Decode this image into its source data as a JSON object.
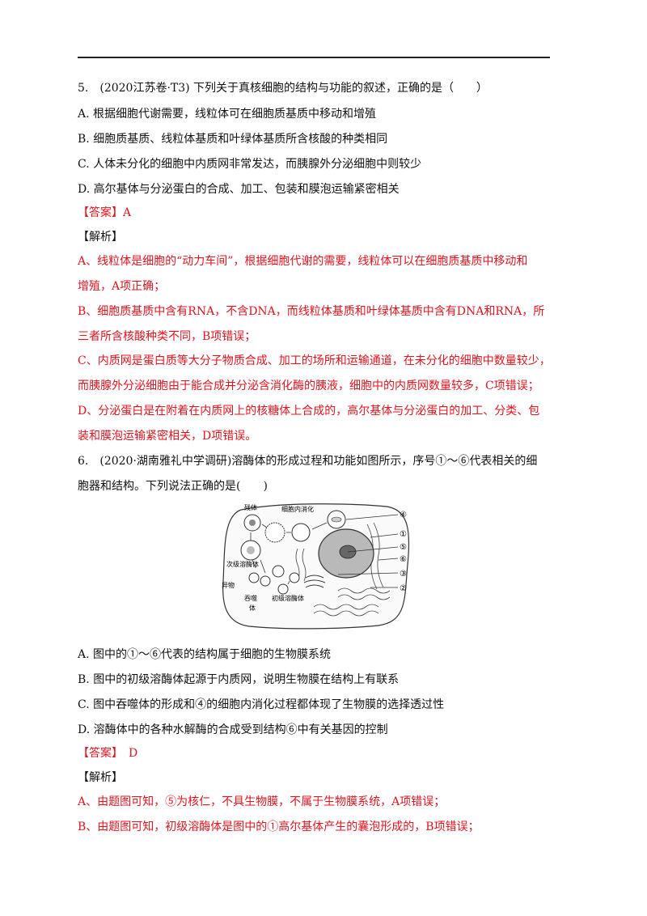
{
  "q5": {
    "stem": "5.　(2020江苏卷·T3) 下列关于真核细胞的结构与功能的叙述，正确的是（　　）",
    "options": [
      "A. 根据细胞代谢需要，线粒体可在细胞质基质中移动和增殖",
      "B. 细胞质基质、线粒体基质和叶绿体基质所含核酸的种类相同",
      "C. 人体未分化的细胞中内质网非常发达，而胰腺外分泌细胞中则较少",
      "D. 高尔基体与分泌蛋白的合成、加工、包装和膜泡运输紧密相关"
    ],
    "answer": "【答案】A",
    "analysis_label": "【解析】",
    "analysis": [
      "A、线粒体是细胞的“动力车间”，根据细胞代谢的需要，线粒体可以在细胞质基质中移动和",
      "增殖，A项正确；",
      "B、细胞质基质中含有RNA，不含DNA，而线粒体基质和叶绿体基质中含有DNA和RNA，所",
      "三者所含核酸种类不同，B项错误；",
      "C、内质网是蛋白质等大分子物质合成、加工的场所和运输通道，在未分化的细胞中数量较少，",
      "而胰腺外分泌细胞由于能合成并分泌含消化酶的胰液，细胞中的内质网数量较多，C项错误；",
      "D、分泌蛋白是在附着在内质网上的核糖体上合成的，高尔基体与分泌蛋白的加工、分类、包",
      "装和膜泡运输紧密相关，D项错误。"
    ]
  },
  "q6": {
    "stem_lines": [
      "6.　(2020·湖南雅礼中学调研)溶酶体的形成过程和功能如图所示，序号①～⑥代表相关的细",
      "胞器和结构。下列说法正确的是(　　)"
    ],
    "diagram_labels": {
      "residual_body": "残体",
      "intracellular_digestion": "细胞内消化",
      "secondary_lysosome": "次级溶酶体",
      "foreign": "异物",
      "phagosome_1": "吞噬",
      "phagosome_2": "体",
      "primary_lysosome": "初级溶酶体",
      "n4": "④",
      "n1": "①",
      "n5": "⑤",
      "n6": "⑥",
      "n3": "③",
      "n2": "②"
    },
    "options": [
      "A. 图中的①～⑥代表的结构属于细胞的生物膜系统",
      "B. 图中的初级溶酶体起源于内质网，说明生物膜在结构上有联系",
      "C. 图中吞噬体的形成和④的细胞内消化过程都体现了生物膜的选择透过性",
      "D. 溶酶体中的各种水解酶的合成受到结构⑥中有关基因的控制"
    ],
    "answer": "【答案】　D",
    "analysis_label": "【解析】",
    "analysis": [
      "A、由题图可知，⑤为核仁，不具生物膜，不属于生物膜系统，A项错误；",
      "B、由题图可知，初级溶酶体是图中的①高尔基体产生的囊泡形成的，B项错误；"
    ]
  },
  "colors": {
    "analysis_text": "#e0141e",
    "body_text": "#111111"
  }
}
